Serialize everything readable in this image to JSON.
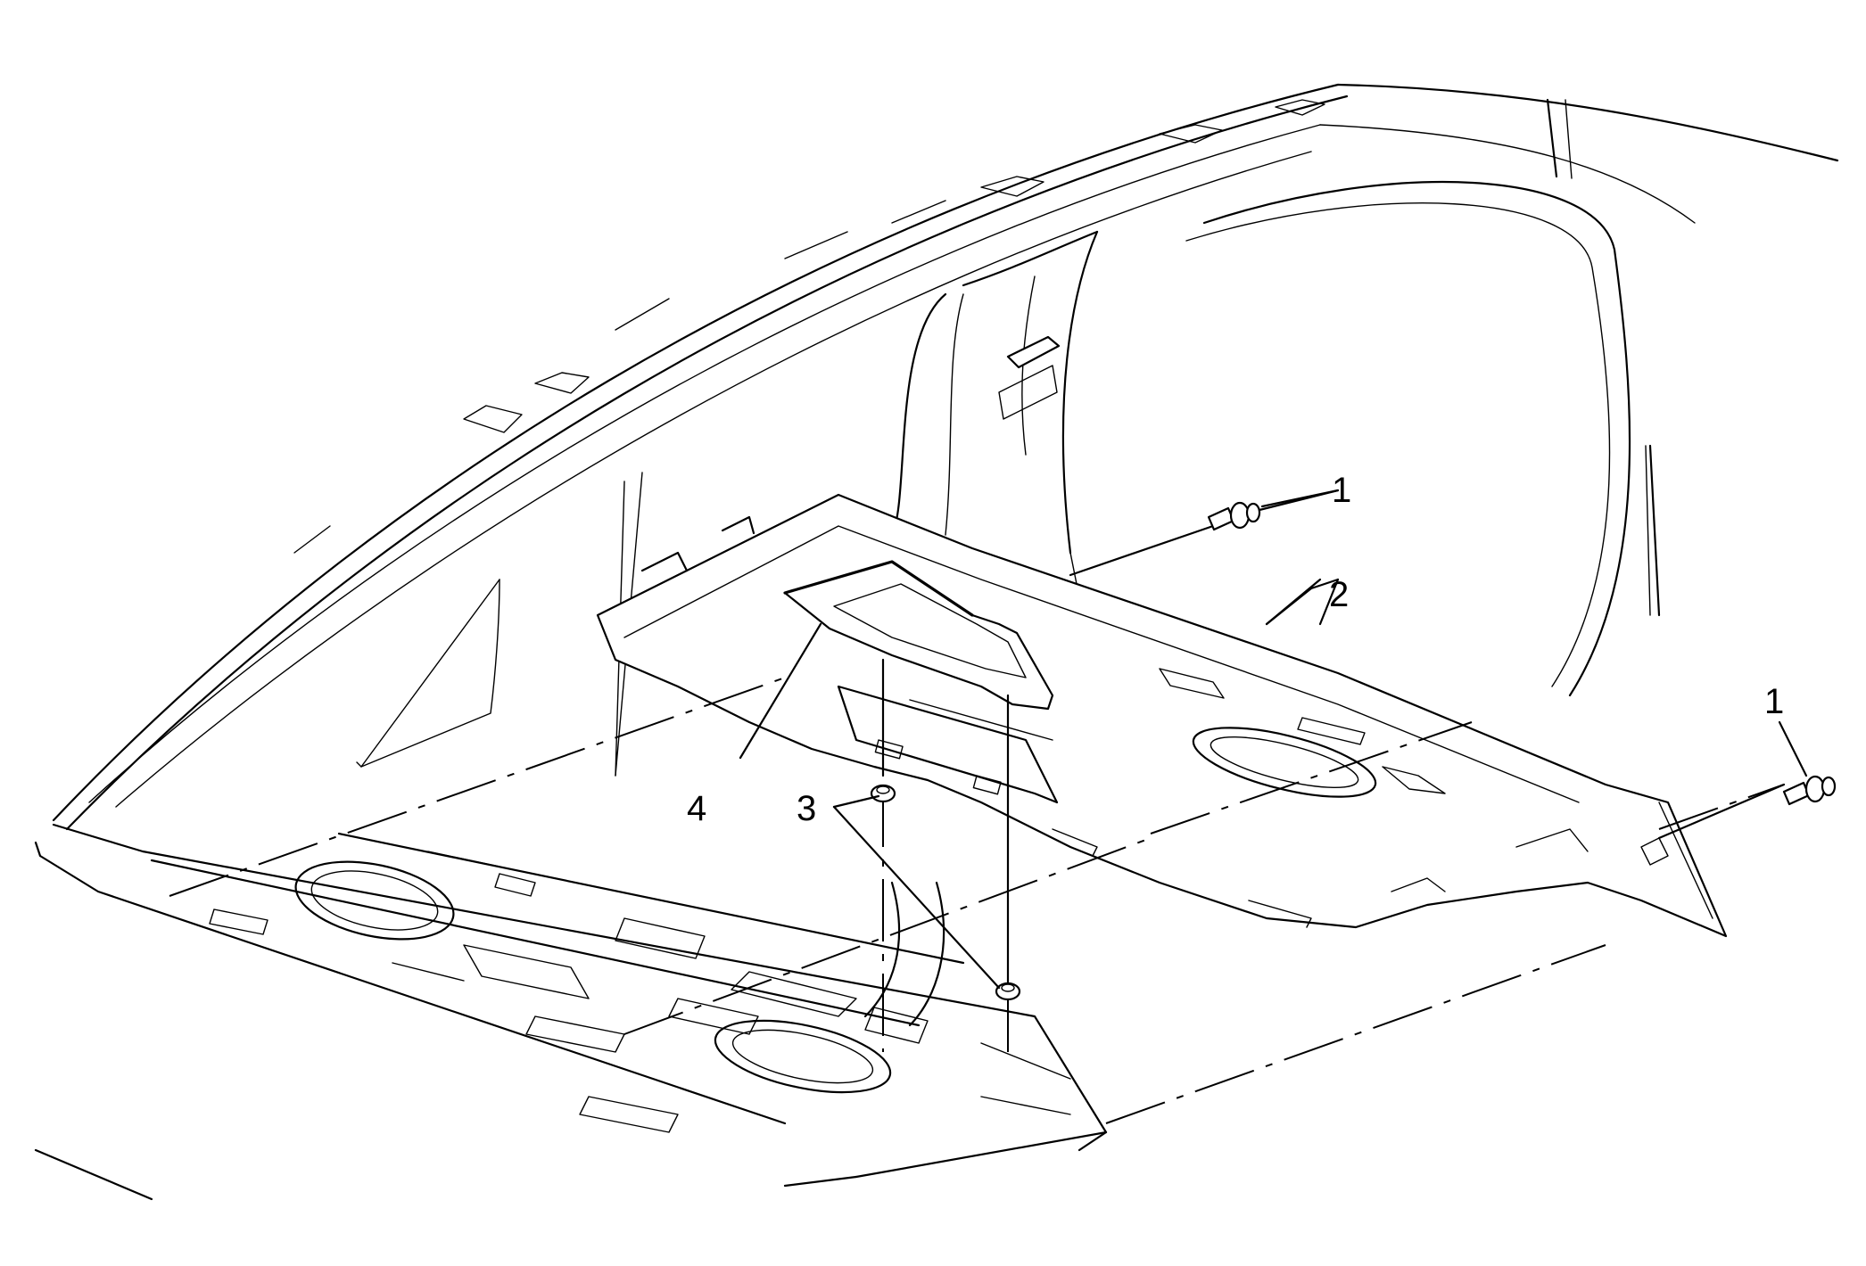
{
  "callouts": [
    {
      "id": "fastener-upper",
      "label": "1"
    },
    {
      "id": "trim-panel",
      "label": "2"
    },
    {
      "id": "nuts",
      "label": "3"
    },
    {
      "id": "lamp-bezel",
      "label": "4"
    },
    {
      "id": "fastener-lower",
      "label": "1"
    }
  ]
}
